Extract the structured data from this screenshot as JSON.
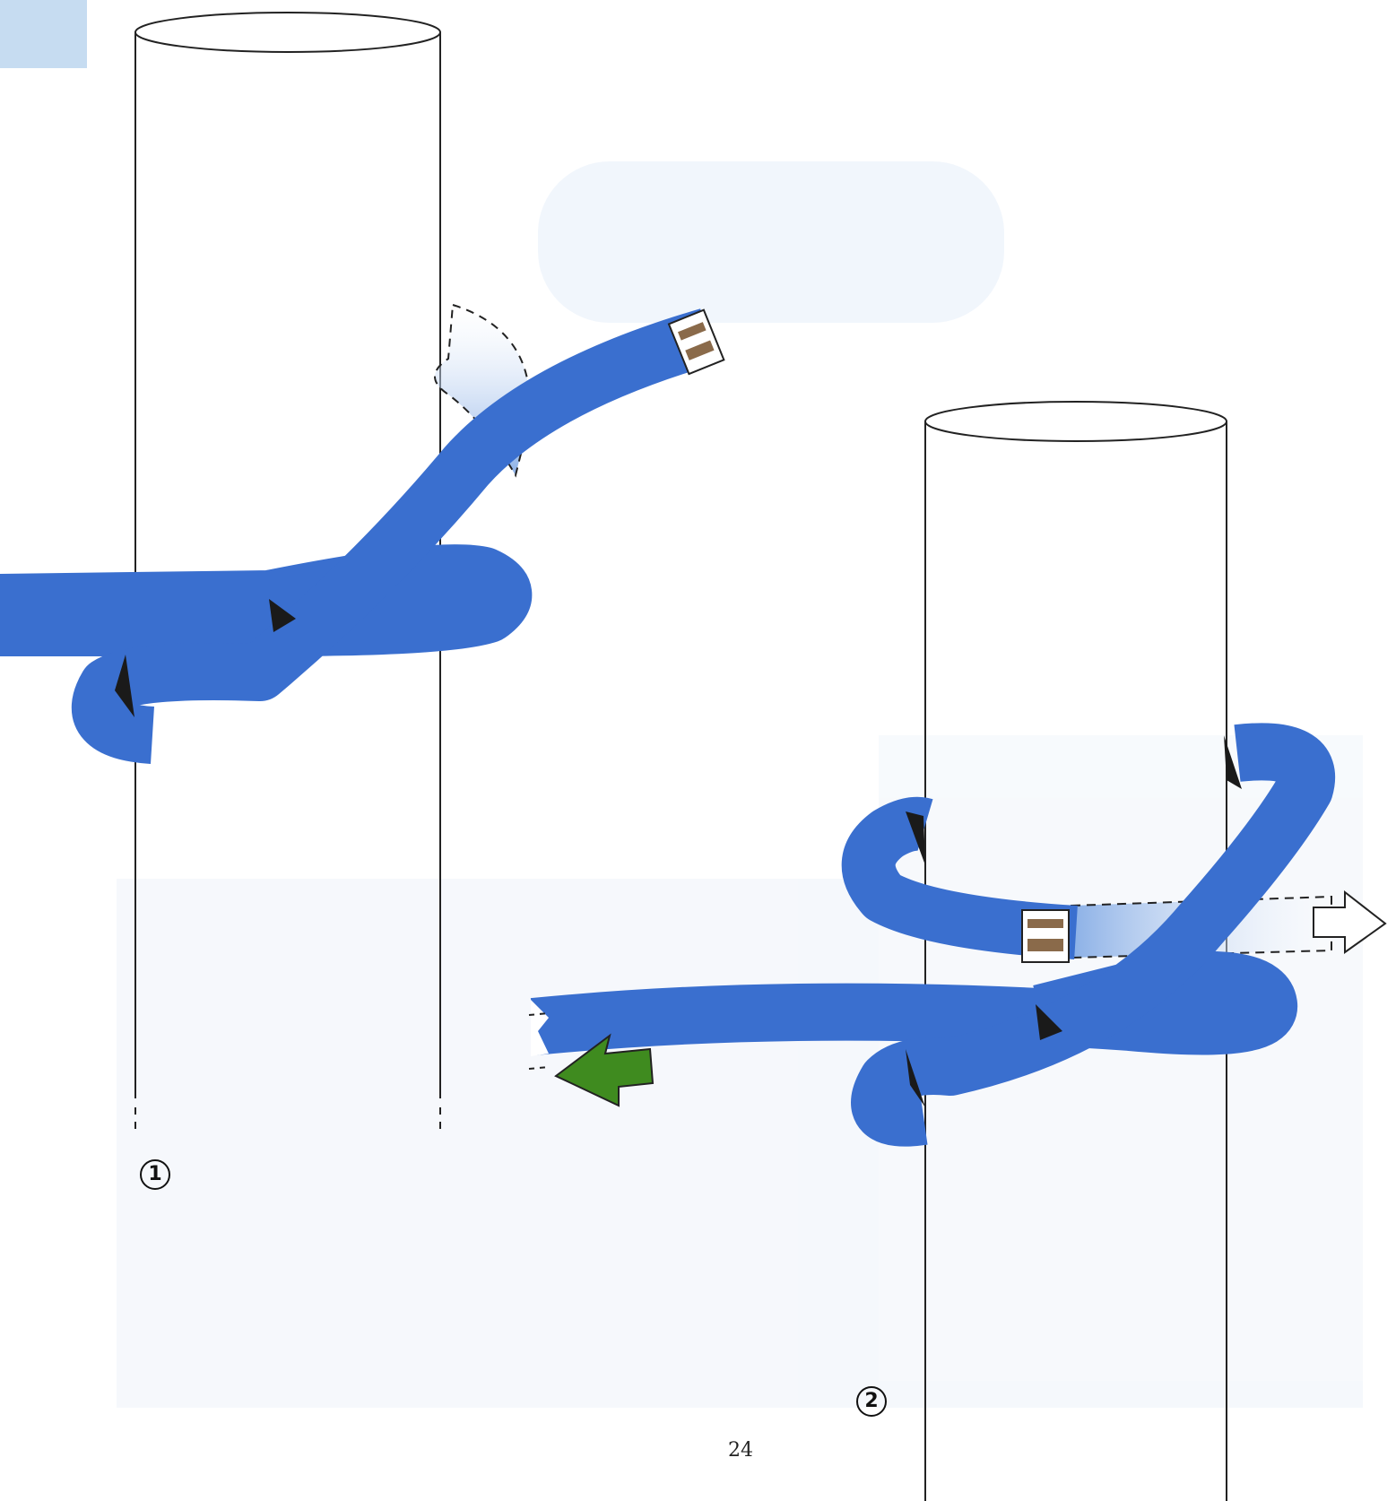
{
  "figure": {
    "steps": [
      {
        "label": "1"
      },
      {
        "label": "2"
      }
    ],
    "page_number": "24"
  },
  "colors": {
    "rope": "#3a6fcf",
    "rope_shadow": "#1a1a1a",
    "rope_end_band": "#8a6a4a",
    "pull_arrow": "#3f8b1f",
    "ghost_rope": "#8fb6e8",
    "background_wash": "#eef3fa",
    "post_outline": "#222222",
    "corner_tab": "#c6dcf1"
  },
  "icons": {
    "pull_direction": "green-arrow-left",
    "move_direction": "white-arrow-right",
    "step_number": "circled-number"
  }
}
